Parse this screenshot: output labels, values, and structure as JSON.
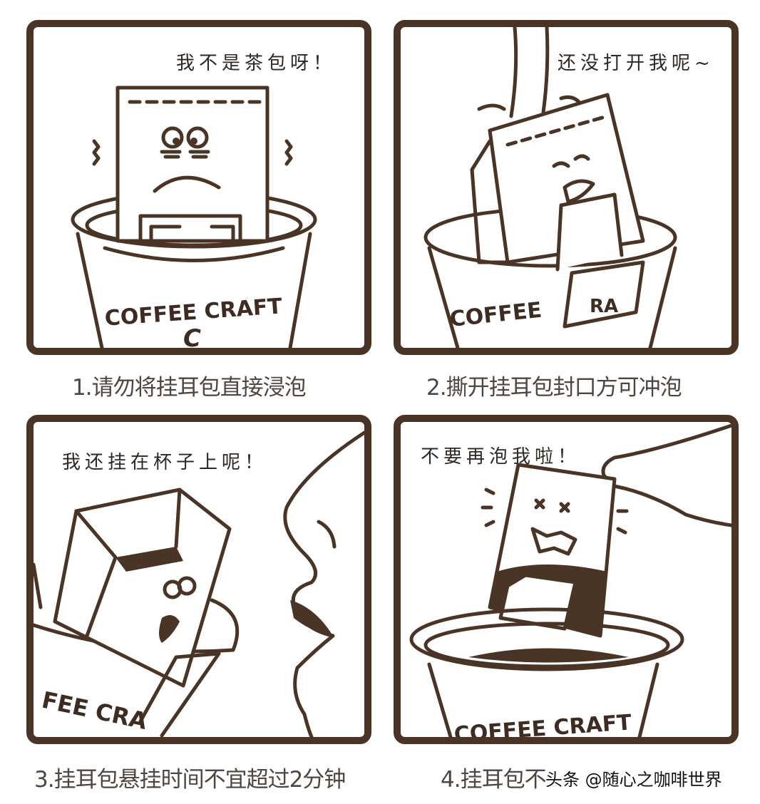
{
  "colors": {
    "ink": "#4a3426",
    "caption_text": "#4e4640",
    "bubble_text": "#2e2824",
    "background": "#ffffff"
  },
  "panels": [
    {
      "step": 1,
      "speech": "我不是茶包呀！",
      "caption": "1.请勿将挂耳包直接浸泡",
      "cup_brand": "COFFEE CRAFT",
      "cup_logo": "C"
    },
    {
      "step": 2,
      "speech": "还没打开我呢~",
      "caption": "2.撕开挂耳包封口方可冲泡",
      "cup_brand_left": "COFFEE",
      "cup_brand_right": "RA"
    },
    {
      "step": 3,
      "speech": "我还挂在杯子上呢！",
      "caption": "3.挂耳包悬挂时间不宜超过2分钟",
      "cup_brand": "FEE CRA"
    },
    {
      "step": 4,
      "speech": "不要再泡我啦！",
      "caption": "4.挂耳包不",
      "cup_brand": "COFFEE CRAFT"
    }
  ],
  "watermark": "头条 @随心之咖啡世界"
}
